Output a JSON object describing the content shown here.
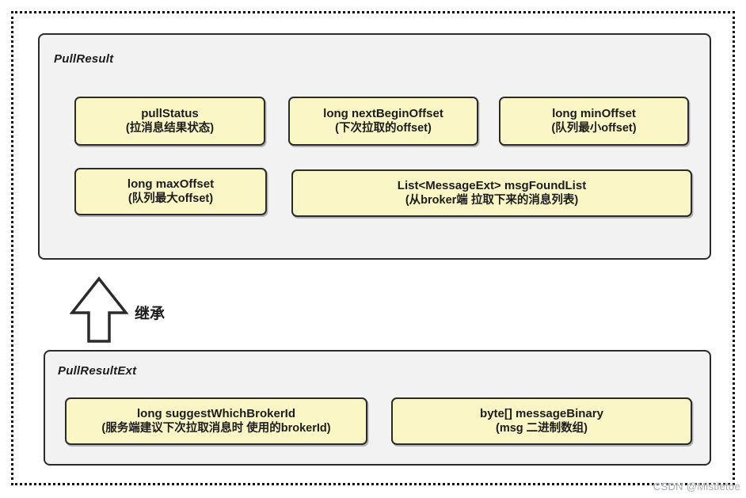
{
  "diagram": {
    "inherit_label": "继承",
    "watermark": "CSDN @Mistletoe",
    "classes": [
      {
        "name": "PullResult",
        "fields": [
          {
            "title": "pullStatus",
            "desc": "(拉消息结果状态)"
          },
          {
            "title": "long nextBeginOffset",
            "desc": "(下次拉取的offset)"
          },
          {
            "title": "long minOffset",
            "desc": "(队列最小offset)"
          },
          {
            "title": "long maxOffset",
            "desc": "(队列最大offset)"
          },
          {
            "title": "List<MessageExt> msgFoundList",
            "desc": "(从broker端 拉取下来的消息列表)"
          }
        ]
      },
      {
        "name": "PullResultExt",
        "fields": [
          {
            "title": "long suggestWhichBrokerId",
            "desc": "(服务端建议下次拉取消息时 使用的brokerId)"
          },
          {
            "title": "byte[] messageBinary",
            "desc": "(msg 二进制数组)"
          }
        ]
      }
    ],
    "colors": {
      "box_fill": "#faf6c5",
      "box_border": "#2b2b2b",
      "panel_fill": "#f2f2f2",
      "panel_border": "#2b2b2b",
      "text": "#1c1c1c",
      "watermark": "#a9adb3"
    }
  }
}
